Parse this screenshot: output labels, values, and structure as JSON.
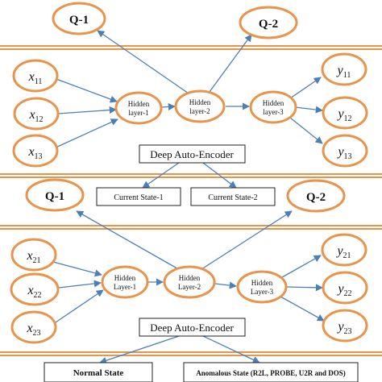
{
  "section1": {
    "q1": "Q-1",
    "q2": "Q-2",
    "inputs": [
      {
        "base": "x",
        "sub": "11"
      },
      {
        "base": "x",
        "sub": "12"
      },
      {
        "base": "x",
        "sub": "13"
      }
    ],
    "hidden": [
      {
        "line1": "Hidden",
        "line2": "layer-1"
      },
      {
        "line1": "Hidden",
        "line2": "layer-2"
      },
      {
        "line1": "Hidden",
        "line2": "layer-3"
      }
    ],
    "outputs": [
      {
        "base": "y",
        "sub": "11"
      },
      {
        "base": "y",
        "sub": "12"
      },
      {
        "base": "y",
        "sub": "13"
      }
    ],
    "encoder_label": "Deep Auto-Encoder",
    "state1": "Current State-1",
    "state2": "Current State-2"
  },
  "section2": {
    "q1": "Q-1",
    "q2": "Q-2",
    "inputs": [
      {
        "base": "x",
        "sub": "21"
      },
      {
        "base": "x",
        "sub": "22"
      },
      {
        "base": "x",
        "sub": "23"
      }
    ],
    "hidden": [
      {
        "line1": "Hidden",
        "line2": "Layer-1"
      },
      {
        "line1": "Hidden",
        "line2": "Layer-2"
      },
      {
        "line1": "Hidden",
        "line2": "Layer-3"
      }
    ],
    "outputs": [
      {
        "base": "y",
        "sub": "21"
      },
      {
        "base": "y",
        "sub": "22"
      },
      {
        "base": "y",
        "sub": "23"
      }
    ],
    "encoder_label": "Deep Auto-Encoder",
    "state1": "Normal State",
    "state2": "Anomalous State (R2L, PROBE, U2R and DOS)"
  },
  "colors": {
    "node_stroke": "#e8944a",
    "arrow": "#4a7fb8",
    "band_line": "#e8944a"
  }
}
